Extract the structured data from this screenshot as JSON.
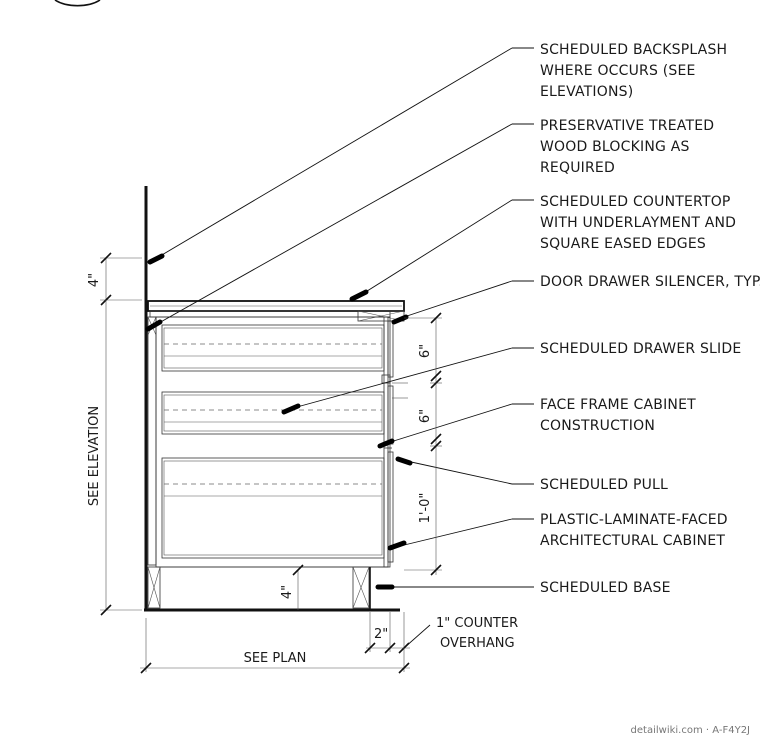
{
  "notes": [
    {
      "id": "backsplash",
      "lines": [
        "SCHEDULED BACKSPLASH",
        "WHERE OCCURS (SEE",
        "ELEVATIONS)"
      ]
    },
    {
      "id": "blocking",
      "lines": [
        "PRESERVATIVE TREATED",
        "WOOD BLOCKING AS",
        "REQUIRED"
      ]
    },
    {
      "id": "countertop",
      "lines": [
        "SCHEDULED COUNTERTOP",
        "WITH UNDERLAYMENT AND",
        "SQUARE EASED EDGES"
      ]
    },
    {
      "id": "silencer",
      "lines": [
        "DOOR DRAWER SILENCER, TYP."
      ]
    },
    {
      "id": "slide",
      "lines": [
        "SCHEDULED DRAWER SLIDE"
      ]
    },
    {
      "id": "faceframe",
      "lines": [
        "FACE FRAME CABINET",
        "CONSTRUCTION"
      ]
    },
    {
      "id": "pull",
      "lines": [
        "SCHEDULED PULL"
      ]
    },
    {
      "id": "cabinet",
      "lines": [
        "PLASTIC-LAMINATE-FACED",
        "ARCHITECTURAL CABINET"
      ]
    },
    {
      "id": "base",
      "lines": [
        "SCHEDULED BASE"
      ]
    }
  ],
  "dimensions": {
    "backsplash_height": "4\"",
    "see_elevation": "SEE ELEVATION",
    "drawer_1": "6\"",
    "drawer_2": "6\"",
    "drawer_3": "1'-0\"",
    "toe_kick": "4\"",
    "overhang_dim": "2\"",
    "counter_overhang": [
      "1\" COUNTER",
      "OVERHANG"
    ],
    "see_plan": "SEE PLAN"
  },
  "watermark": "detailwiki.com · A-F4Y2J"
}
